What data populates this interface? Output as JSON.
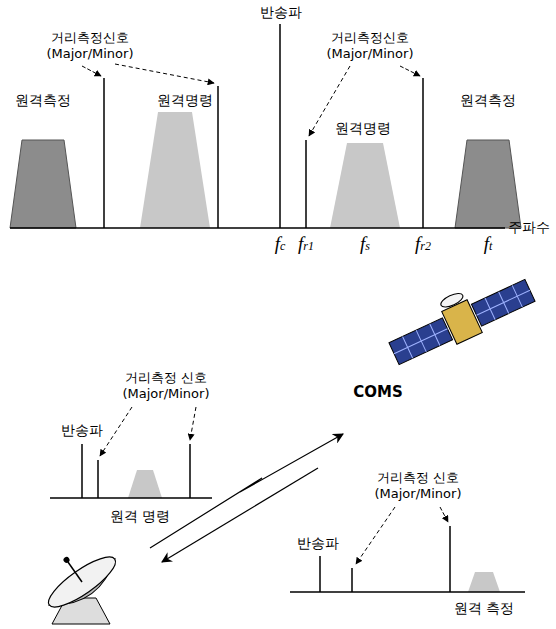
{
  "diagram": {
    "labels": [
      "반송파",
      "거리측정신호 (Major/Minor)",
      "거리측정신호 (Major/Minor)",
      "원격측정",
      "원격명령",
      "원격명령",
      "원격측정",
      "주파수",
      "fc",
      "fr1",
      "fs",
      "fr2",
      "ft",
      "반송파",
      "거리측정 신호 (Major/Minor)",
      "COMS",
      "원격 명령",
      "반송파",
      "거리측정 신호 (Major/Minor)",
      "원격 측정"
    ]
  }
}
